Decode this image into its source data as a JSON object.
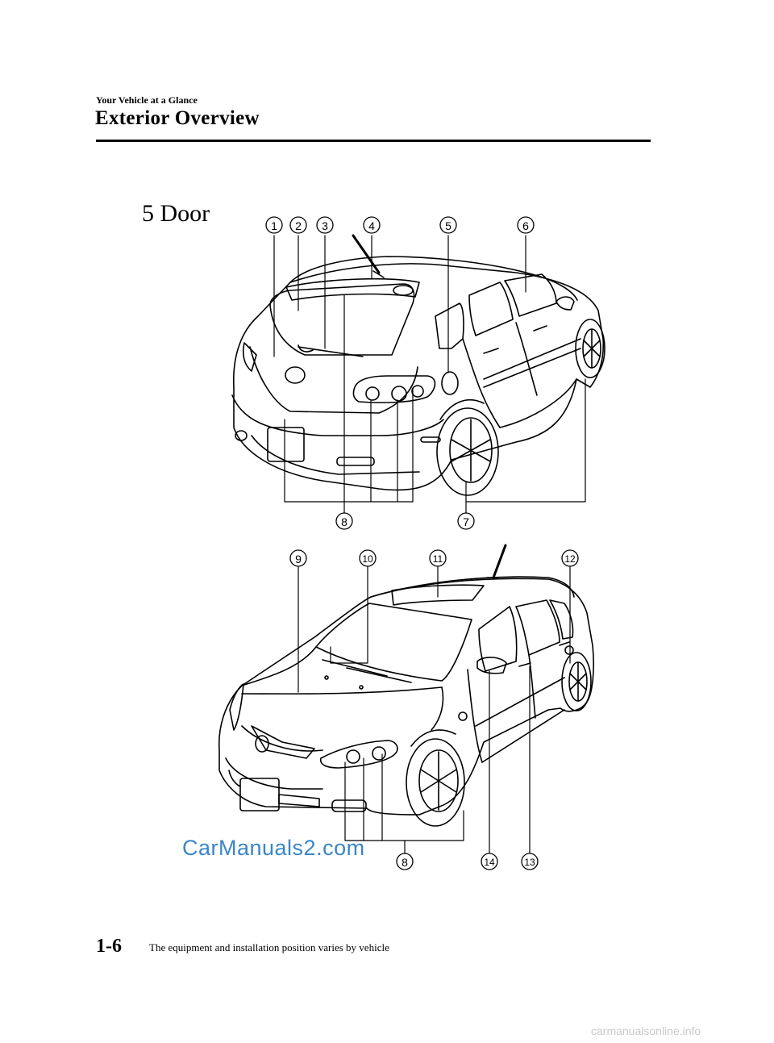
{
  "header": {
    "section": "Your Vehicle at a Glance",
    "title": "Exterior Overview"
  },
  "figure": {
    "variant_label": "5 Door",
    "rear_view_callouts": [
      "1",
      "2",
      "3",
      "4",
      "5",
      "6",
      "7",
      "8"
    ],
    "front_view_callouts": [
      "9",
      "10",
      "11",
      "12",
      "8",
      "14",
      "13"
    ]
  },
  "watermark": "CarManuals2.com",
  "footer": {
    "page_number": "1-6",
    "note": "The equipment and installation position varies by vehicle",
    "site": "carmanualsonline.info"
  }
}
